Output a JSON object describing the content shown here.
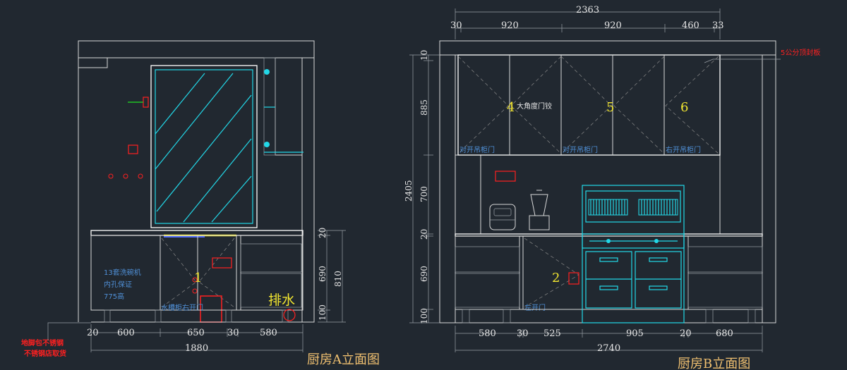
{
  "elevation_a": {
    "title": "厨房A立面图",
    "top_dims": [],
    "bottom_dims": [
      "20",
      "600",
      "650",
      "30",
      "580"
    ],
    "total_width": "1880",
    "right_dims": [
      "20",
      "690",
      "100"
    ],
    "right_total": "810",
    "dishwasher_text": [
      "13套洗碗机",
      "内孔保证",
      "775高"
    ],
    "sink_label": "水槽柜右开门",
    "drain_label": "排水",
    "cabinet_number": "1",
    "skirting_note": [
      "地脚包不锈钢",
      "不锈钢店取货"
    ]
  },
  "elevation_b": {
    "title": "厨房B立面图",
    "top_total": "2363",
    "top_dims": [
      "30",
      "920",
      "920",
      "460",
      "33"
    ],
    "bottom_dims": [
      "580",
      "30",
      "525",
      "905",
      "20",
      "680"
    ],
    "bottom_total": "2740",
    "left_dims": [
      "10",
      "885",
      "700",
      "20",
      "690",
      "100"
    ],
    "left_total": "2405",
    "upper_numbers": [
      "4",
      "5",
      "6"
    ],
    "upper_note": "大角度门铰",
    "upper_labels": [
      "对开吊柜门",
      "对开吊柜门",
      "右开吊柜门"
    ],
    "lower_number": "2",
    "lower_label": "左开门",
    "ceiling_note": "5公分顶封板"
  },
  "colors": {
    "background": "#212830",
    "lines": "#d8d8d8",
    "glass": "#22d8e8",
    "labels": "#4f8fd6",
    "numbers": "#f2e630",
    "notes": "#ff2020",
    "titles": "#f0c070"
  }
}
